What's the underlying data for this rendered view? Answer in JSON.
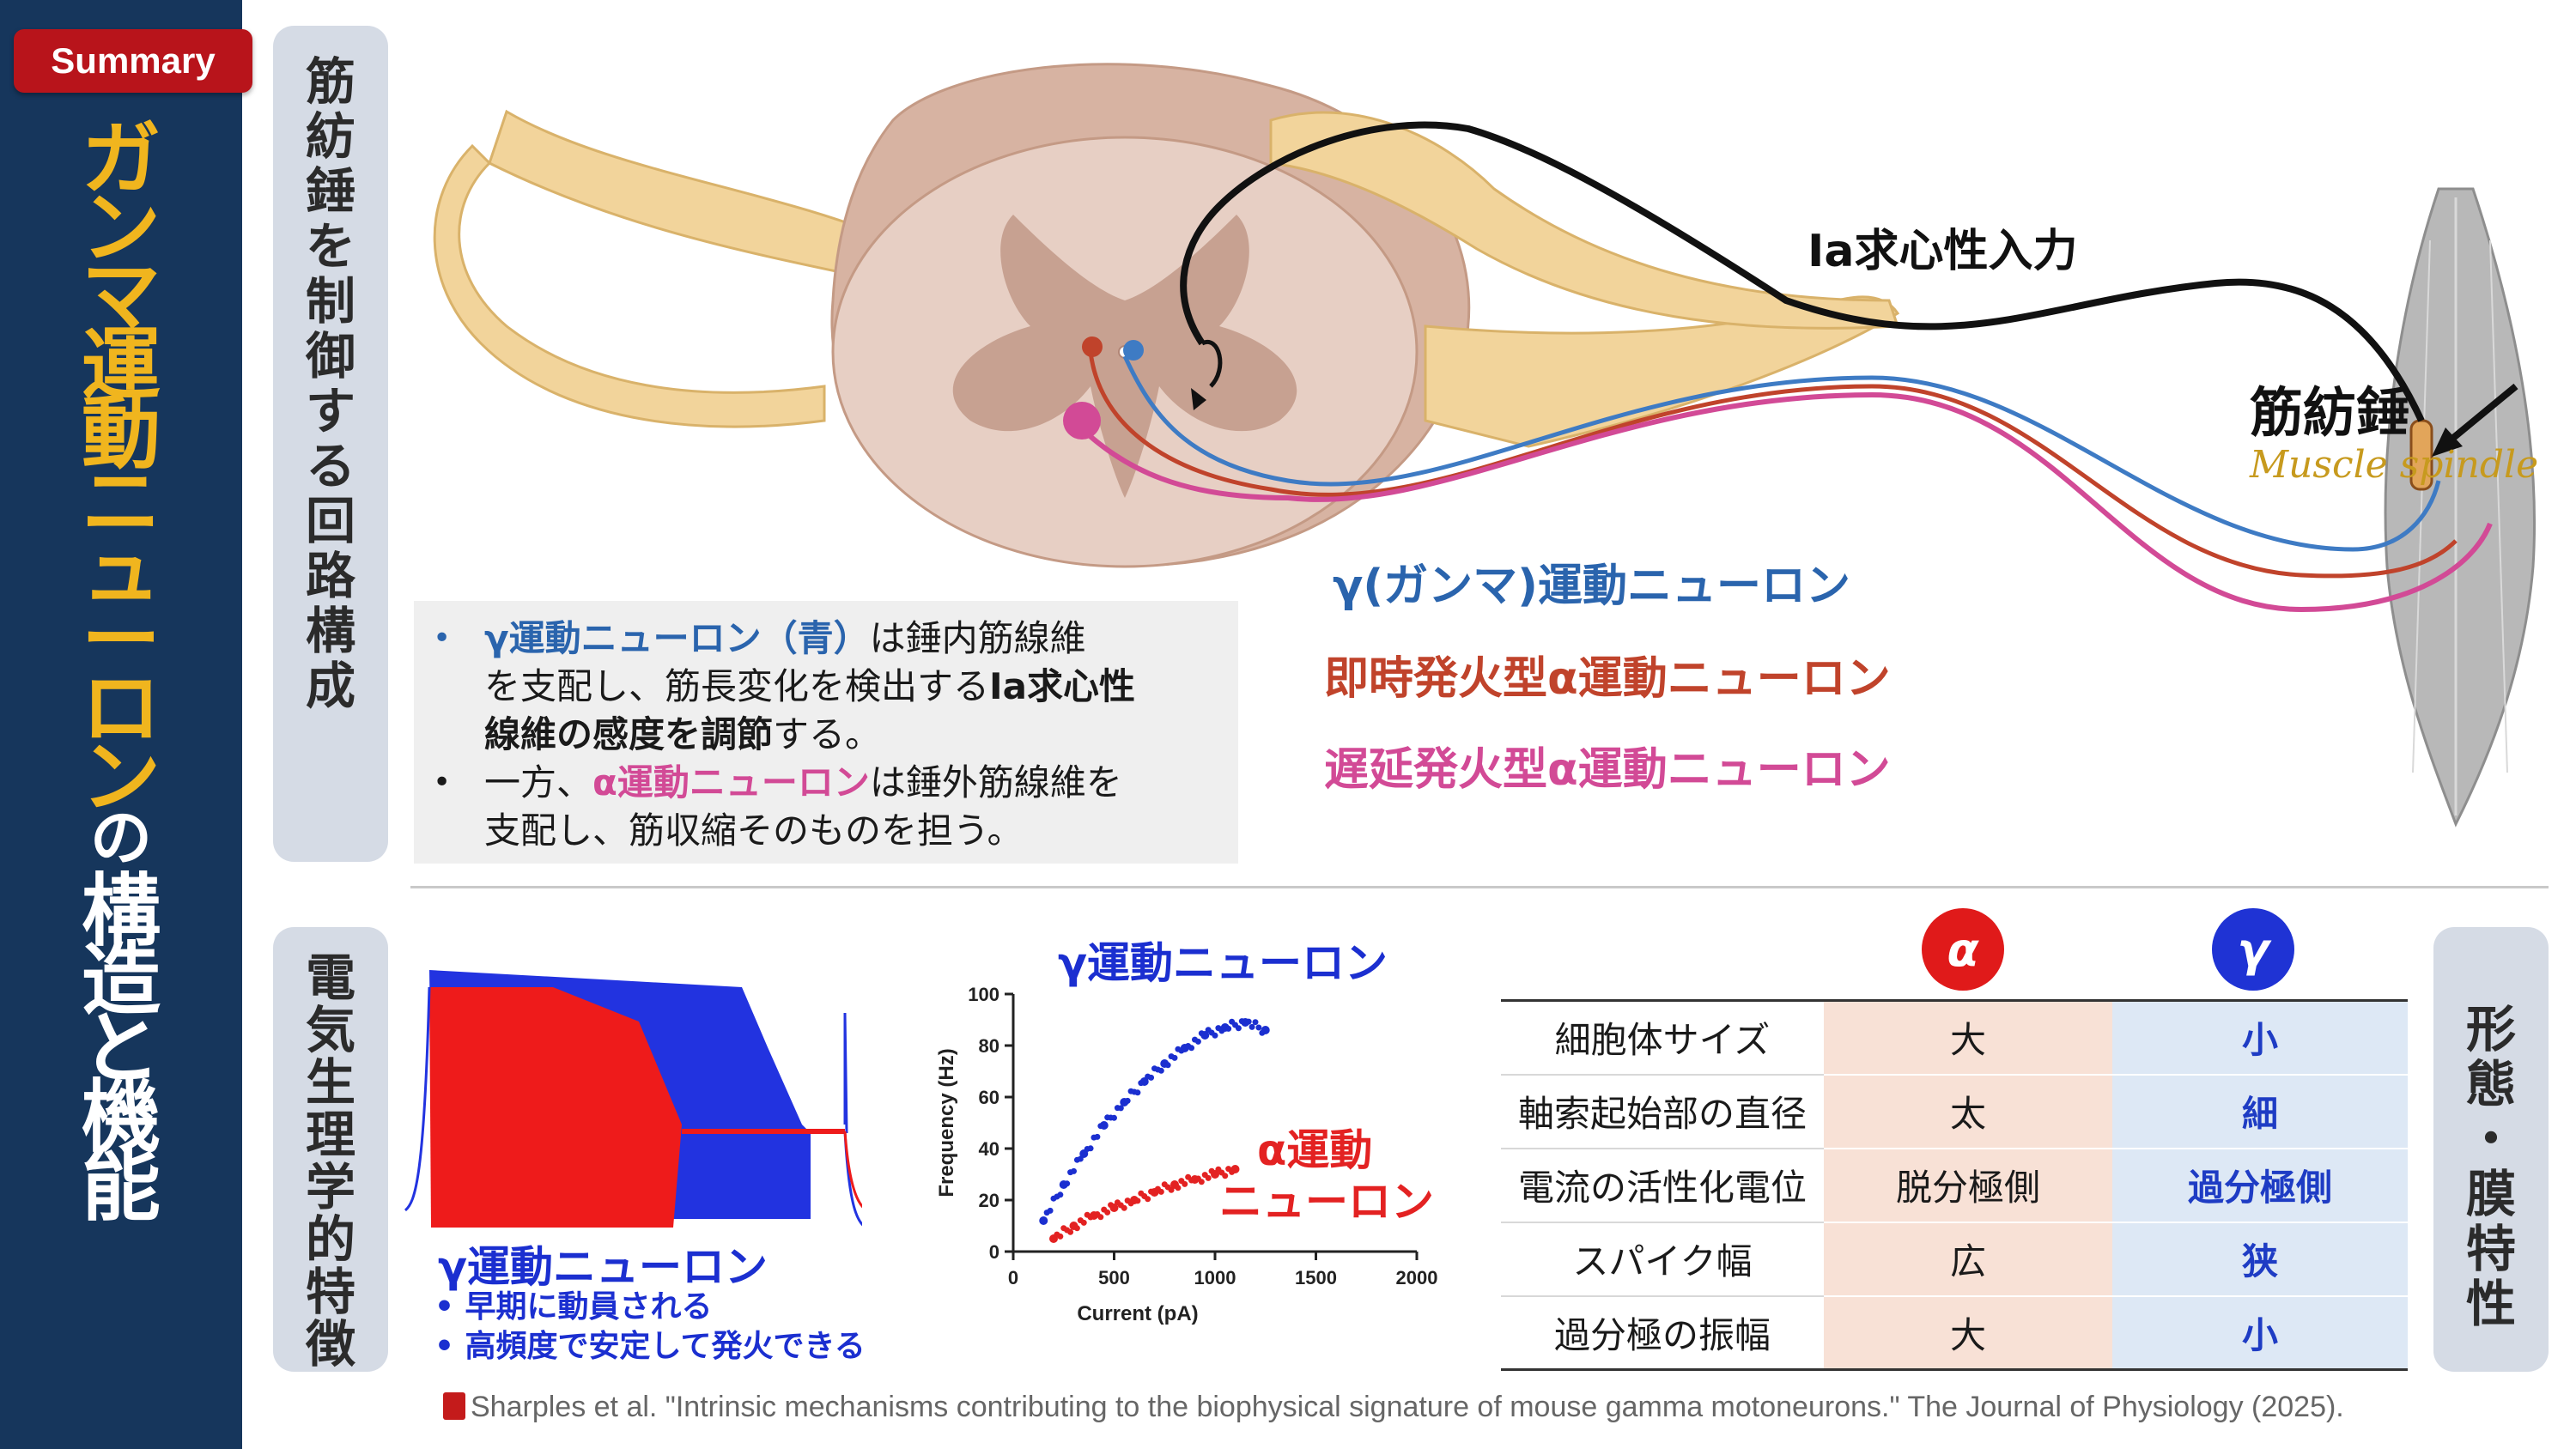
{
  "badge": "Summary",
  "title": {
    "gold_chars": [
      "ガ",
      "ン",
      "マ",
      "運",
      "動",
      "ニ",
      "ュ",
      "ー",
      "ロ",
      "ン"
    ],
    "white_chars": [
      "の",
      "構",
      "造",
      "と",
      "機",
      "能"
    ]
  },
  "section_labels": {
    "circuit": [
      "筋",
      "紡",
      "錘",
      "を",
      "制",
      "御",
      "す",
      "る",
      "回",
      "路",
      "構",
      "成"
    ],
    "electro": [
      "電",
      "気",
      "生",
      "理",
      "学",
      "的",
      "特",
      "徴"
    ],
    "morph": [
      "形",
      "態",
      "・",
      "膜",
      "特",
      "性"
    ]
  },
  "diagram": {
    "ia_label": "Ia求心性入力",
    "spindle_label": "筋紡錘",
    "spindle_en": "Muscle spindle",
    "gamma_label": "γ(ガンマ)運動ニューロン",
    "fast_alpha_label": "即時発火型α運動ニューロン",
    "delayed_alpha_label": "遅延発火型α運動ニューロン",
    "colors": {
      "gamma": "#2a64ad",
      "fast_alpha": "#c0432b",
      "delayed_alpha": "#d24a96",
      "ia": "#111111"
    }
  },
  "bullets": {
    "b1_gamma": "γ運動ニューロン（青）",
    "b1_a": "は錘内筋線維",
    "b1_b": "を支配し、筋長変化を検出する",
    "b1_bold": "Ia求心性",
    "b1_bold2": "線維の感度を調節",
    "b1_end": "する。",
    "b2_start": "一方、",
    "b2_alpha": "α運動ニューロン",
    "b2_a": "は錘外筋線維を",
    "b2_b": "支配し、筋収縮そのものを担う。"
  },
  "traces": {
    "label": "γ運動ニューロン",
    "points": [
      "•  早期に動員される",
      "•  高頻度で安定して発火できる"
    ]
  },
  "chart_data": {
    "type": "scatter",
    "xlabel": "Current (pA)",
    "ylabel": "Frequency (Hz)",
    "xlim": [
      0,
      2000
    ],
    "ylim": [
      0,
      100
    ],
    "xticks": [
      "0",
      "500",
      "1000",
      "1500",
      "2000"
    ],
    "yticks": [
      "0",
      "20",
      "40",
      "60",
      "80",
      "100"
    ],
    "series": [
      {
        "name": "γ運動ニューロン",
        "color": "#1b2fd0",
        "x": [
          150,
          250,
          350,
          450,
          550,
          650,
          750,
          850,
          950,
          1050,
          1150,
          1250
        ],
        "y": [
          12,
          26,
          38,
          49,
          58,
          66,
          73,
          79,
          84,
          87,
          89,
          86
        ]
      },
      {
        "name": "α運動\nニューロン",
        "color": "#e32222",
        "x": [
          200,
          300,
          400,
          500,
          600,
          700,
          800,
          900,
          1000,
          1100
        ],
        "y": [
          5,
          10,
          14,
          17,
          20,
          23,
          26,
          28,
          30,
          32
        ]
      }
    ]
  },
  "gamma_chart_label": "γ運動ニューロン",
  "alpha_chart_label_1": "α運動",
  "alpha_chart_label_2": "ニューロン",
  "table": {
    "alpha_symbol": "α",
    "gamma_symbol": "γ",
    "alpha_color": "#e01a1a",
    "gamma_color": "#1f33d4",
    "rows": [
      {
        "prop": "細胞体サイズ",
        "alpha": "大",
        "gamma": "小"
      },
      {
        "prop": "軸索起始部の直径",
        "alpha": "太",
        "gamma": "細"
      },
      {
        "prop": "電流の活性化電位",
        "alpha": "脱分極側",
        "gamma": "過分極側"
      },
      {
        "prop": "スパイク幅",
        "alpha": "広",
        "gamma": "狭"
      },
      {
        "prop": "過分極の振幅",
        "alpha": "大",
        "gamma": "小"
      }
    ]
  },
  "citation": "Sharples et al. \"Intrinsic mechanisms contributing to the biophysical signature of mouse gamma motoneurons.\" The Journal of Physiology (2025)."
}
